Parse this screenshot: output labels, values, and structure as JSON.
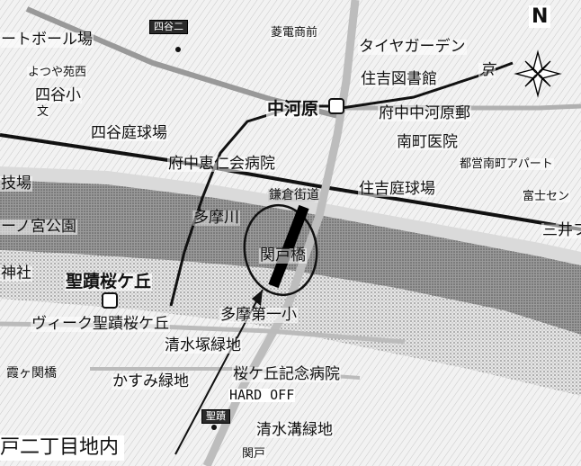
{
  "map": {
    "north_letter": "N",
    "station_labels": {
      "yotsuya": "四谷二",
      "shoseki": "聖蹟"
    },
    "labels": {
      "nakagawara": "中河原",
      "fuchu_nakagawara_post": "府中中河原郵",
      "minamicho_clinic": "南町医院",
      "library": "住吉図書館",
      "tire_garden": "タイヤガーデン",
      "sanpo_store": "菱電商前",
      "court_ball": "ートボール場",
      "yotsuya_west": "よつや苑西",
      "yotsuya_elem": "四谷小",
      "yotsuya_baseball": "四谷庭球場",
      "fuchu_hospital": "府中恵仁会病院",
      "kamakura_road": "鎌倉街道",
      "sumiyoshi_court": "住吉庭球場",
      "apartment": "都営南町アパート",
      "tama_river": "多摩川",
      "ichinomiya_park": "ーノ宮公園",
      "left_field": "技場",
      "left_shrine": "神社",
      "kanto_bridge": "関戸橋",
      "seiseki": "聖蹟桜ケ丘",
      "tama_elem": "多摩第一小",
      "vilk": "ヴィーク聖蹟桜ケ丘",
      "shimizu_green": "清水塚緑地",
      "kasumi_green": "かすみ緑地",
      "sakura_hospital": "桜ケ丘記念病院",
      "hard_off": "HARD OFF",
      "shimizu_green2": "清水溝緑地",
      "sekido_area": "関戸",
      "mitsui": "三井フ",
      "tomitsu": "富士セン",
      "sekido_station_area": "霞ヶ関橋",
      "kyo": "京",
      "bun": "文"
    },
    "callout_text": "戸二丁目地内"
  }
}
